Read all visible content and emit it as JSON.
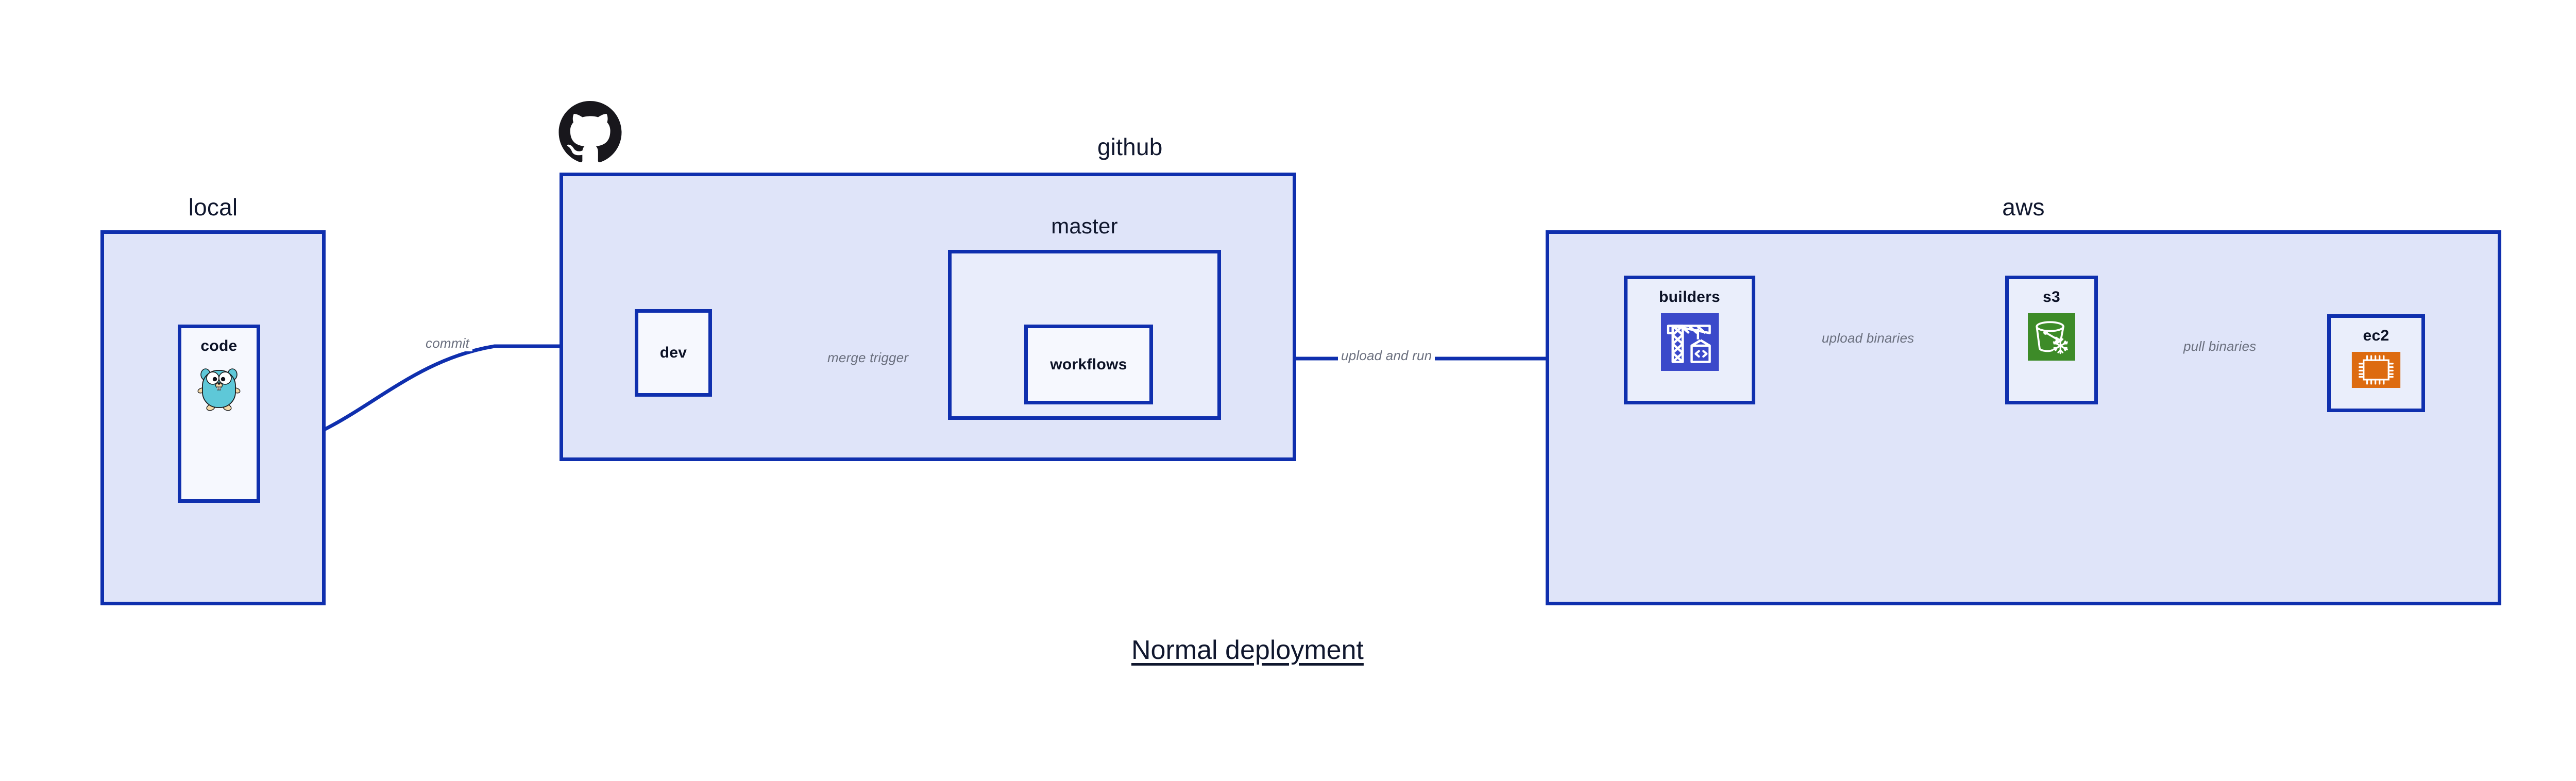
{
  "diagram": {
    "caption": "Normal deployment",
    "accent_border": "#0f2fae",
    "group_fill_outer": "#dfe4f9",
    "group_fill_inner": "#e9edfb",
    "node_fill": "#eaeefb",
    "edge_label_color": "#6a6f7e",
    "title_color": "#10172e"
  },
  "groups": {
    "local": {
      "title": "local"
    },
    "github": {
      "title": "github"
    },
    "master": {
      "title": "master"
    },
    "aws": {
      "title": "aws"
    }
  },
  "nodes": {
    "code": {
      "label": "code",
      "icon": "go-gopher-icon"
    },
    "dev": {
      "label": "dev",
      "icon": "none"
    },
    "workflows": {
      "label": "workflows",
      "icon": "none"
    },
    "builders": {
      "label": "builders",
      "icon": "aws-codebuild-icon",
      "icon_color": "#3b49ca"
    },
    "s3": {
      "label": "s3",
      "icon": "aws-s3-glacier-bucket-icon",
      "icon_color": "#3d8b28"
    },
    "ec2": {
      "label": "ec2",
      "icon": "aws-ec2-chip-icon",
      "icon_color": "#dd6b10"
    }
  },
  "edges": [
    {
      "id": "code-to-dev",
      "label": "commit",
      "from": "code",
      "to": "dev"
    },
    {
      "id": "dev-to-workflows",
      "label": "merge trigger",
      "from": "dev",
      "to": "workflows"
    },
    {
      "id": "workflows-to-builders",
      "label": "upload and run",
      "from": "workflows",
      "to": "builders"
    },
    {
      "id": "builders-to-s3",
      "label": "upload binaries",
      "from": "builders",
      "to": "s3"
    },
    {
      "id": "s3-to-ec2",
      "label": "pull binaries",
      "from": "s3",
      "to": "ec2"
    }
  ],
  "logos": {
    "github": "github-octocat-icon"
  }
}
